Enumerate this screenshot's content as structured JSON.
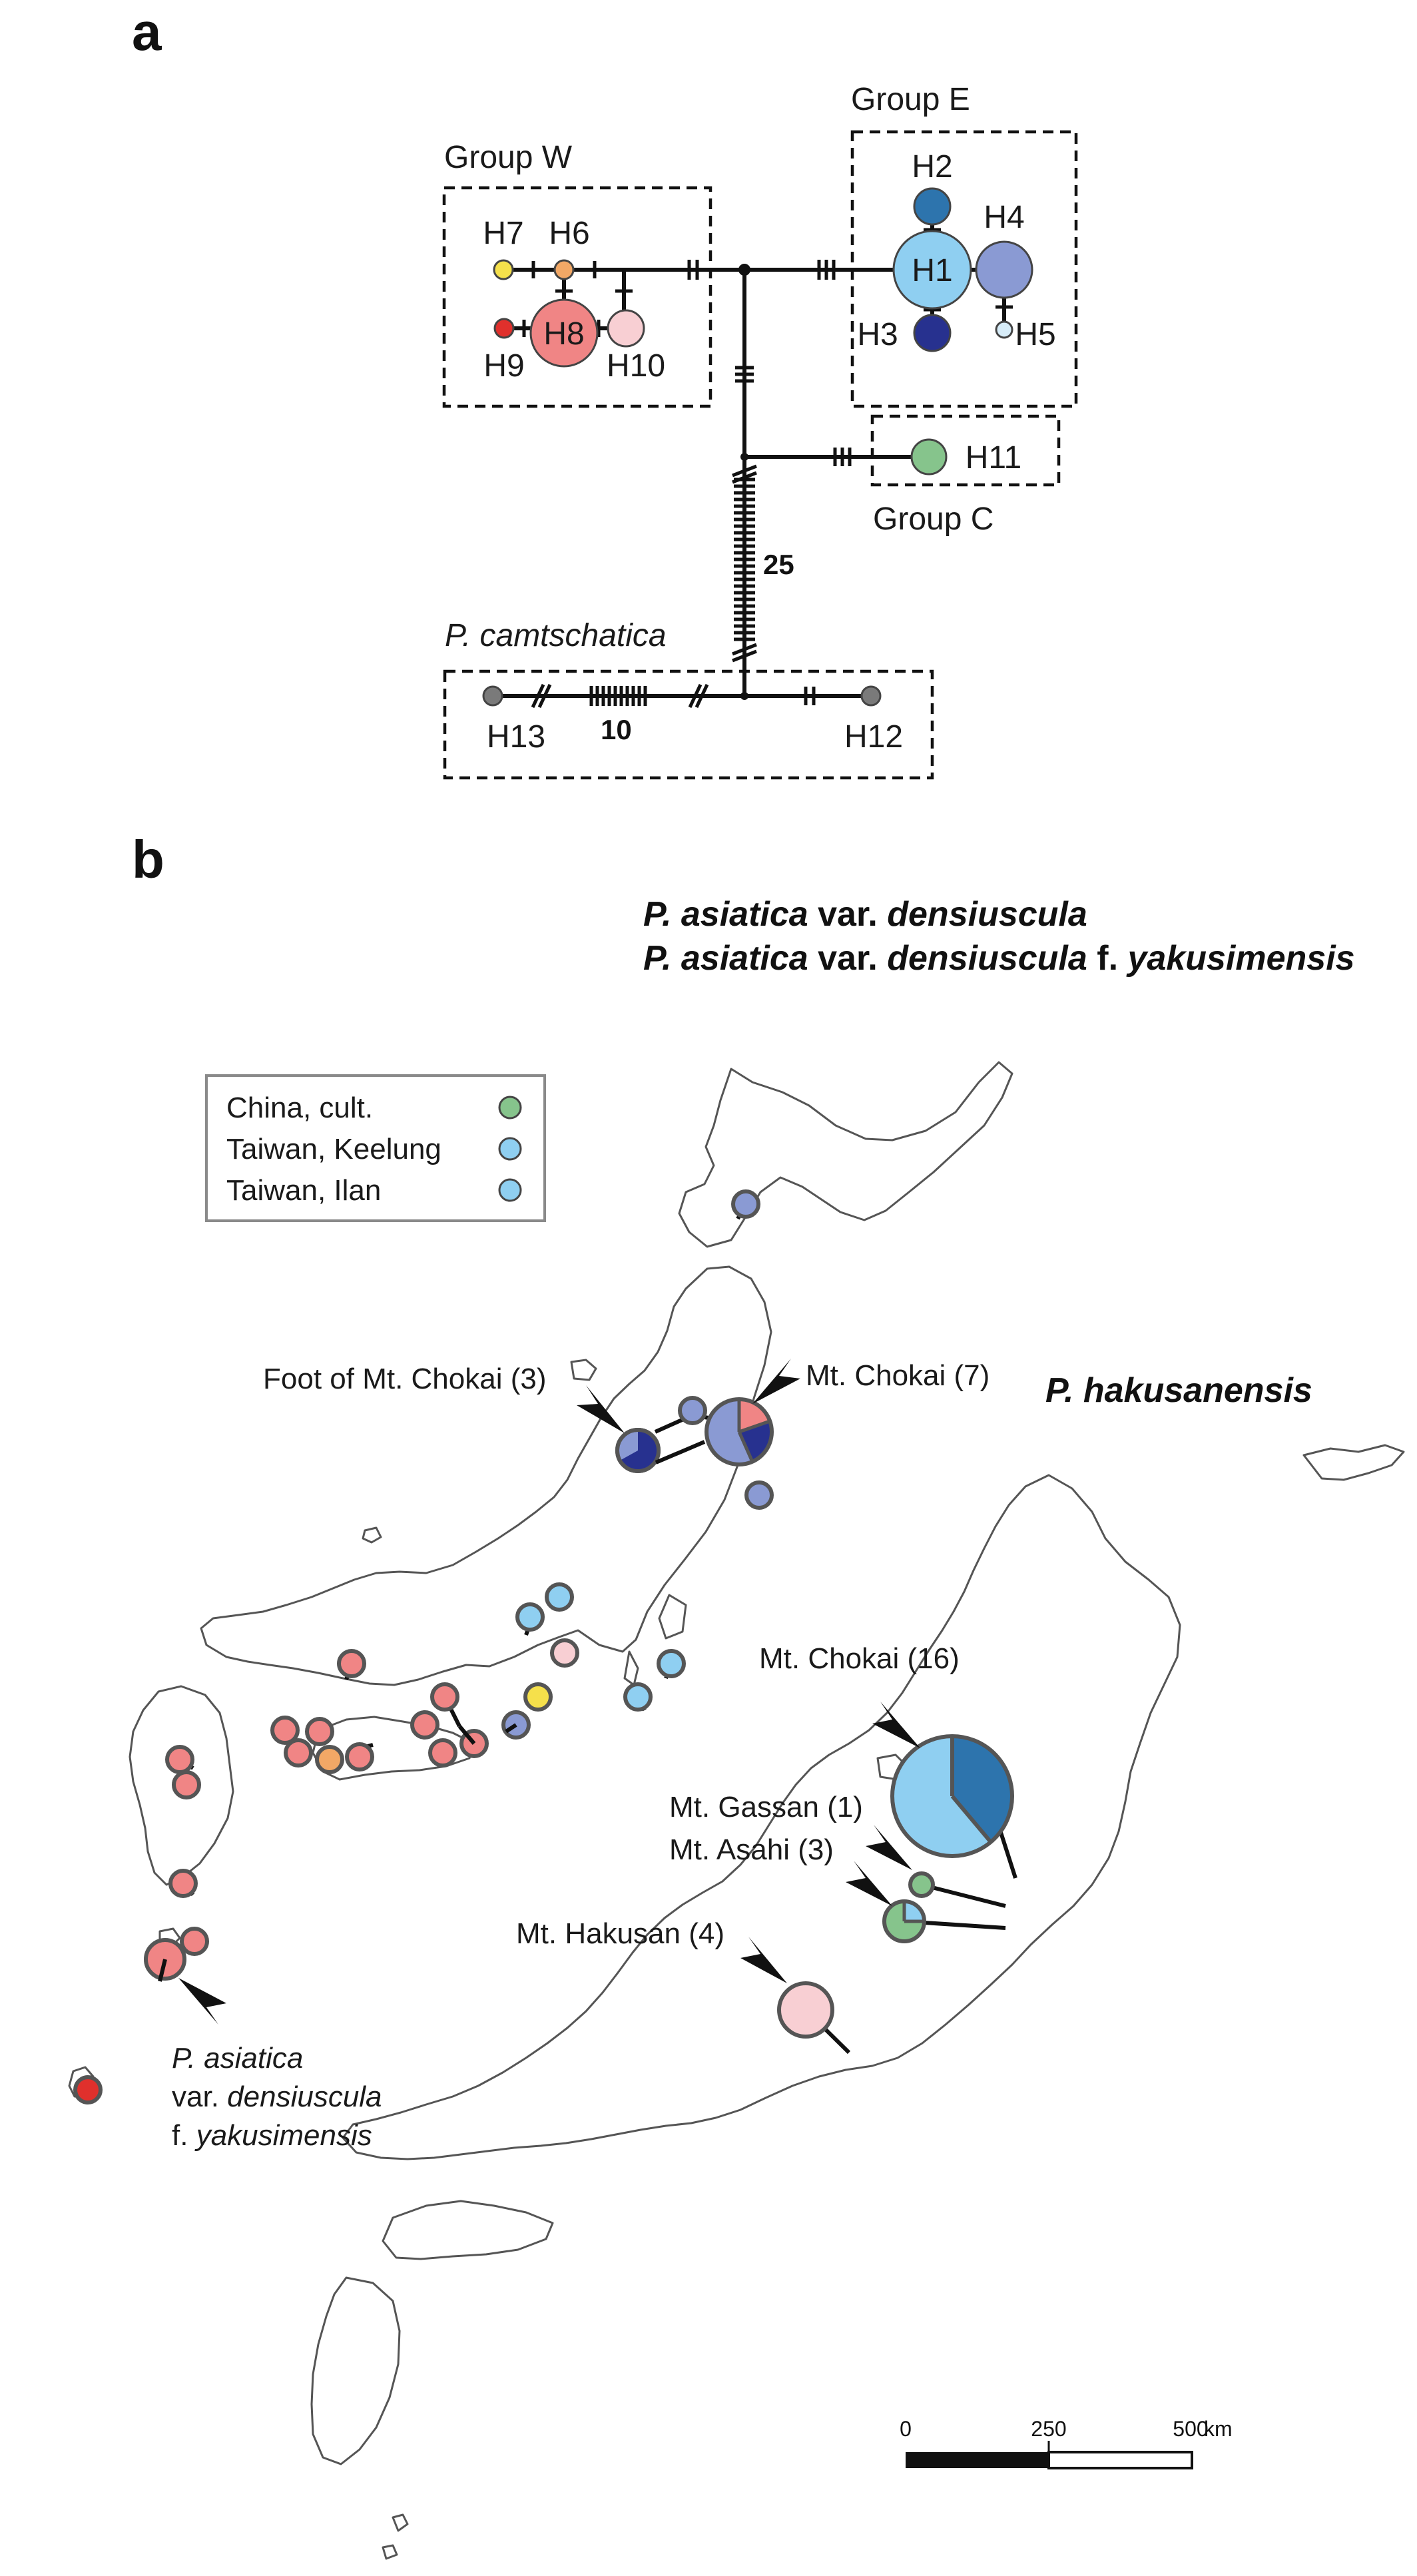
{
  "panels": {
    "a": "a",
    "b": "b"
  },
  "network": {
    "groups": {
      "w": "Group W",
      "e": "Group E",
      "c": "Group C",
      "camt": "P. camtschatica"
    },
    "haplotypes": [
      "H1",
      "H2",
      "H3",
      "H4",
      "H5",
      "H6",
      "H7",
      "H8",
      "H9",
      "H10",
      "H11",
      "H12",
      "H13"
    ],
    "step_counts": {
      "long_vertical": "25",
      "long_horizontal": "10"
    }
  },
  "map": {
    "title_line1": {
      "a": "P. asiatica",
      "b": " var. ",
      "c": "densiuscula"
    },
    "title_line2": {
      "a": "P. asiatica",
      "b": " var. ",
      "c": "densiuscula",
      "d": " f. ",
      "e": "yakusimensis"
    },
    "legend": [
      {
        "label": "China, cult.",
        "color": "#86c48c"
      },
      {
        "label": "Taiwan, Keelung",
        "color": "#8fcff1"
      },
      {
        "label": "Taiwan, Ilan",
        "color": "#8fcff1"
      }
    ],
    "inset_title": "P. hakusanensis",
    "site_labels": {
      "foot_chokai": "Foot of Mt. Chokai (3)",
      "chokai_7": "Mt. Chokai (7)",
      "chokai_16": "Mt. Chokai (16)",
      "gassan": "Mt. Gassan (1)",
      "asahi": "Mt. Asahi (3)",
      "hakusan": "Mt. Hakusan (4)"
    },
    "yakusima_label": {
      "l1": "P. asiatica",
      "l2a": "var. ",
      "l2b": "densiuscula",
      "l3a": "f. ",
      "l3b": "yakusimensis"
    },
    "scale": {
      "t0": "0",
      "t1": "250",
      "t2": "500",
      "unit": "km"
    }
  },
  "colors": {
    "H1": "#8fcff1",
    "H2": "#2d74ad",
    "H3": "#27318f",
    "H4": "#8a9ad3",
    "H8": "#f08585",
    "H9": "#e0302c",
    "H10": "#f8cfd3",
    "H6": "#f2a866",
    "H7": "#f5e04b",
    "H11": "#86c48c",
    "outgroup": "#7a7a7a"
  }
}
